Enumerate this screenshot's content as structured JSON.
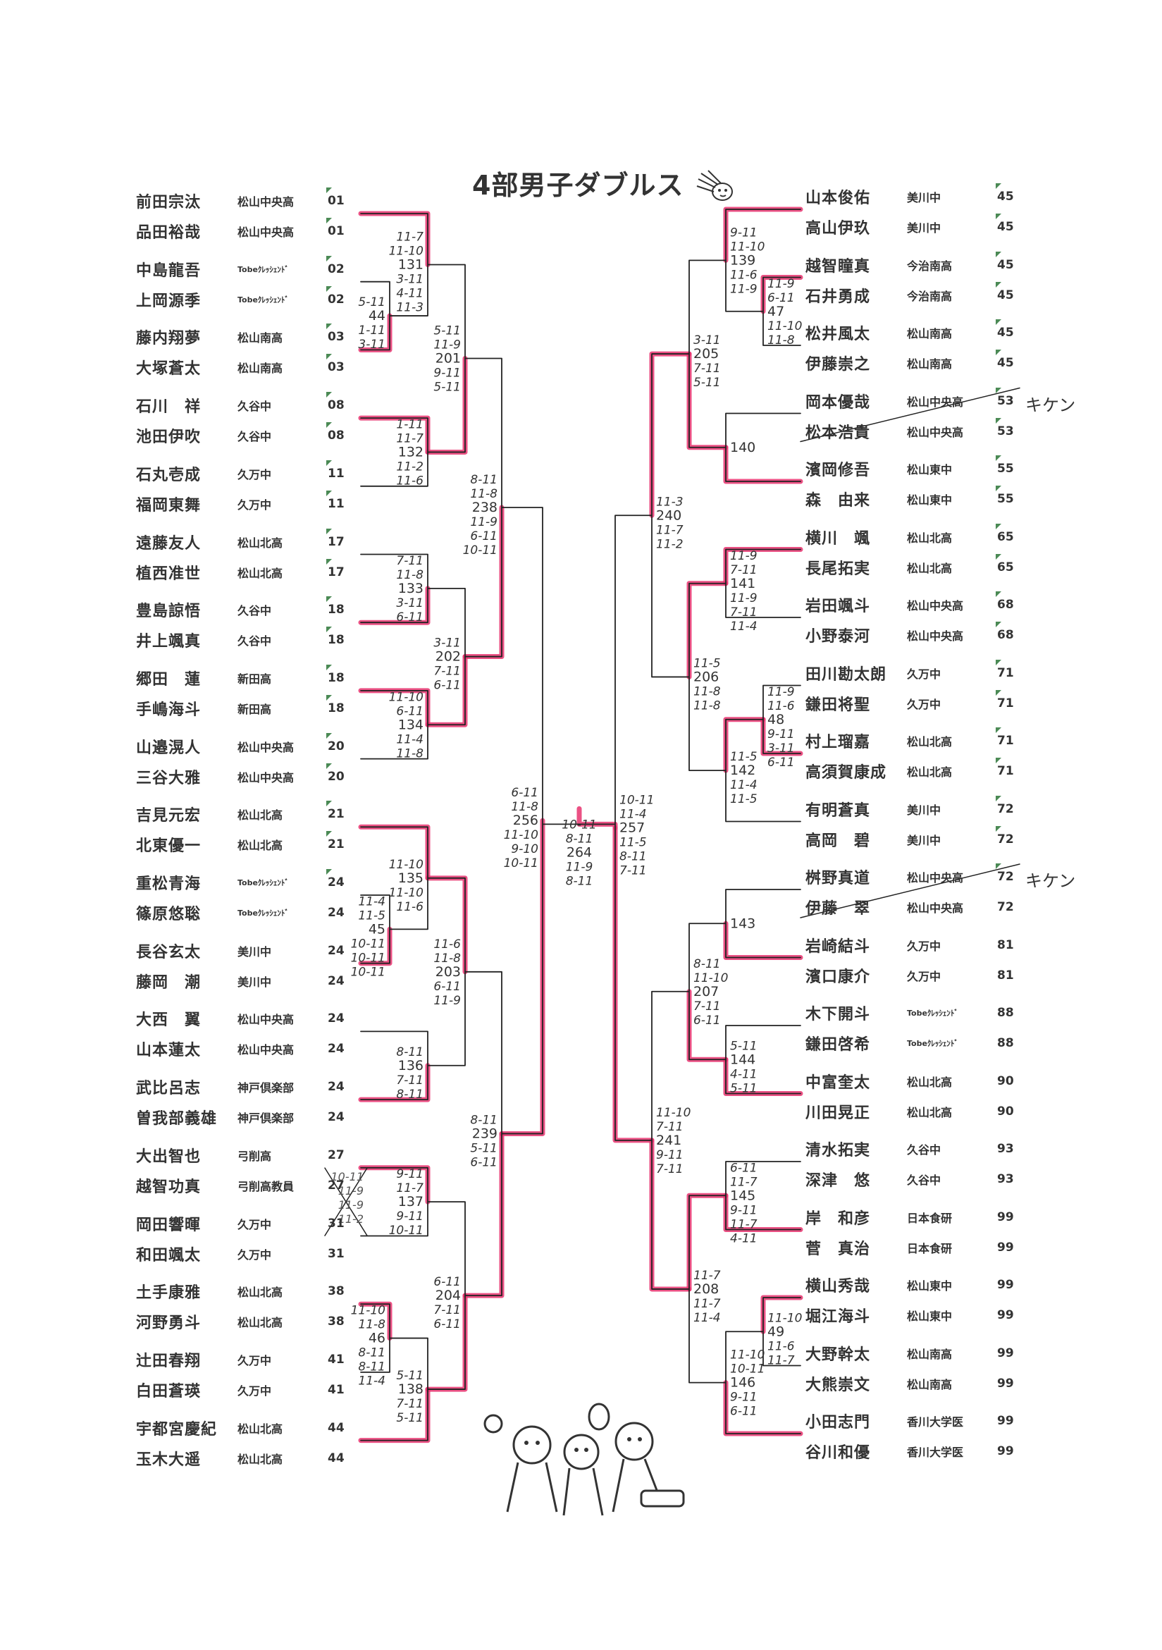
{
  "title": "4部男子ダブルス",
  "colors": {
    "winner_highlight": "#e8336e",
    "line": "#222222",
    "seed_mark": "#4b8a55"
  },
  "left": {
    "pairs": [
      {
        "players": [
          {
            "name": "前田宗汰",
            "school": "松山中央高",
            "seed": "01",
            "mark": true
          },
          {
            "name": "品田裕哉",
            "school": "松山中央高",
            "seed": "01",
            "mark": true
          }
        ]
      },
      {
        "players": [
          {
            "name": "中島龍吾",
            "school": "Tobeｸﾚｯｼｪﾝﾄﾞ",
            "seed": "02",
            "mark": true
          },
          {
            "name": "上岡源季",
            "school": "Tobeｸﾚｯｼｪﾝﾄﾞ",
            "seed": "02",
            "mark": true
          }
        ]
      },
      {
        "players": [
          {
            "name": "藤内翔夢",
            "school": "松山南高",
            "seed": "03",
            "mark": true
          },
          {
            "name": "大塚蒼太",
            "school": "松山南高",
            "seed": "03",
            "mark": true
          }
        ]
      },
      {
        "players": [
          {
            "name": "石川　祥",
            "school": "久谷中",
            "seed": "08",
            "mark": true
          },
          {
            "name": "池田伊吹",
            "school": "久谷中",
            "seed": "08",
            "mark": true
          }
        ]
      },
      {
        "players": [
          {
            "name": "石丸壱成",
            "school": "久万中",
            "seed": "11",
            "mark": true
          },
          {
            "name": "福岡東舞",
            "school": "久万中",
            "seed": "11",
            "mark": true
          }
        ]
      },
      {
        "players": [
          {
            "name": "遠藤友人",
            "school": "松山北高",
            "seed": "17",
            "mark": true
          },
          {
            "name": "植西准世",
            "school": "松山北高",
            "seed": "17",
            "mark": true
          }
        ]
      },
      {
        "players": [
          {
            "name": "豊島諒悟",
            "school": "久谷中",
            "seed": "18",
            "mark": true
          },
          {
            "name": "井上颯真",
            "school": "久谷中",
            "seed": "18",
            "mark": true
          }
        ]
      },
      {
        "players": [
          {
            "name": "郷田　蓮",
            "school": "新田高",
            "seed": "18",
            "mark": true
          },
          {
            "name": "手嶋海斗",
            "school": "新田高",
            "seed": "18",
            "mark": true
          }
        ]
      },
      {
        "players": [
          {
            "name": "山邉滉人",
            "school": "松山中央高",
            "seed": "20",
            "mark": true
          },
          {
            "name": "三谷大雅",
            "school": "松山中央高",
            "seed": "20",
            "mark": true
          }
        ]
      },
      {
        "players": [
          {
            "name": "吉見元宏",
            "school": "松山北高",
            "seed": "21",
            "mark": true
          },
          {
            "name": "北東優一",
            "school": "松山北高",
            "seed": "21",
            "mark": true
          }
        ]
      },
      {
        "players": [
          {
            "name": "重松青海",
            "school": "Tobeｸﾚｯｼｪﾝﾄﾞ",
            "seed": "24",
            "mark": true
          },
          {
            "name": "篠原悠聡",
            "school": "Tobeｸﾚｯｼｪﾝﾄﾞ",
            "seed": "24",
            "mark": false
          }
        ]
      },
      {
        "players": [
          {
            "name": "長谷玄太",
            "school": "美川中",
            "seed": "24",
            "mark": false
          },
          {
            "name": "藤岡　潮",
            "school": "美川中",
            "seed": "24",
            "mark": false
          }
        ]
      },
      {
        "players": [
          {
            "name": "大西　翼",
            "school": "松山中央高",
            "seed": "24",
            "mark": false
          },
          {
            "name": "山本蓮太",
            "school": "松山中央高",
            "seed": "24",
            "mark": false
          }
        ]
      },
      {
        "players": [
          {
            "name": "武比呂志",
            "school": "神戸倶楽部",
            "seed": "24",
            "mark": false
          },
          {
            "name": "曽我部義雄",
            "school": "神戸倶楽部",
            "seed": "24",
            "mark": false
          }
        ]
      },
      {
        "players": [
          {
            "name": "大出智也",
            "school": "弓削高",
            "seed": "27",
            "mark": false
          },
          {
            "name": "越智功真",
            "school": "弓削高教員",
            "seed": "27",
            "mark": false
          }
        ]
      },
      {
        "players": [
          {
            "name": "岡田響暉",
            "school": "久万中",
            "seed": "31",
            "mark": false
          },
          {
            "name": "和田颯太",
            "school": "久万中",
            "seed": "31",
            "mark": false
          }
        ]
      },
      {
        "players": [
          {
            "name": "土手康雅",
            "school": "松山北高",
            "seed": "38",
            "mark": false
          },
          {
            "name": "河野勇斗",
            "school": "松山北高",
            "seed": "38",
            "mark": false
          }
        ]
      },
      {
        "players": [
          {
            "name": "辻田春翔",
            "school": "久万中",
            "seed": "41",
            "mark": false
          },
          {
            "name": "白田蒼瑛",
            "school": "久万中",
            "seed": "41",
            "mark": false
          }
        ]
      },
      {
        "players": [
          {
            "name": "宇都宮慶紀",
            "school": "松山北高",
            "seed": "44",
            "mark": false
          },
          {
            "name": "玉木大遥",
            "school": "松山北高",
            "seed": "44",
            "mark": false
          }
        ]
      }
    ]
  },
  "right": {
    "pairs": [
      {
        "players": [
          {
            "name": "山本俊佑",
            "school": "美川中",
            "seed": "45",
            "mark": true
          },
          {
            "name": "高山伊玖",
            "school": "美川中",
            "seed": "45",
            "mark": true
          }
        ]
      },
      {
        "players": [
          {
            "name": "越智瞳真",
            "school": "今治南高",
            "seed": "45",
            "mark": true
          },
          {
            "name": "石井勇成",
            "school": "今治南高",
            "seed": "45",
            "mark": true
          }
        ]
      },
      {
        "players": [
          {
            "name": "松井風太",
            "school": "松山南高",
            "seed": "45",
            "mark": true
          },
          {
            "name": "伊藤崇之",
            "school": "松山南高",
            "seed": "45",
            "mark": true
          }
        ]
      },
      {
        "players": [
          {
            "name": "岡本優哉",
            "school": "松山中央高",
            "seed": "53",
            "mark": true
          },
          {
            "name": "松本浩貴",
            "school": "松山中央高",
            "seed": "53",
            "mark": true
          }
        ],
        "withdrawn": true
      },
      {
        "players": [
          {
            "name": "濱岡修吾",
            "school": "松山東中",
            "seed": "55",
            "mark": true
          },
          {
            "name": "森　由来",
            "school": "松山東中",
            "seed": "55",
            "mark": true
          }
        ]
      },
      {
        "players": [
          {
            "name": "横川　颯",
            "school": "松山北高",
            "seed": "65",
            "mark": true
          },
          {
            "name": "長尾拓実",
            "school": "松山北高",
            "seed": "65",
            "mark": true
          }
        ]
      },
      {
        "players": [
          {
            "name": "岩田颯斗",
            "school": "松山中央高",
            "seed": "68",
            "mark": true
          },
          {
            "name": "小野泰河",
            "school": "松山中央高",
            "seed": "68",
            "mark": true
          }
        ]
      },
      {
        "players": [
          {
            "name": "田川勘太朗",
            "school": "久万中",
            "seed": "71",
            "mark": true
          },
          {
            "name": "鎌田将聖",
            "school": "久万中",
            "seed": "71",
            "mark": true
          }
        ]
      },
      {
        "players": [
          {
            "name": "村上瑠嘉",
            "school": "松山北高",
            "seed": "71",
            "mark": true
          },
          {
            "name": "高須賀康成",
            "school": "松山北高",
            "seed": "71",
            "mark": true
          }
        ]
      },
      {
        "players": [
          {
            "name": "有明蒼真",
            "school": "美川中",
            "seed": "72",
            "mark": true
          },
          {
            "name": "高岡　碧",
            "school": "美川中",
            "seed": "72",
            "mark": true
          }
        ]
      },
      {
        "players": [
          {
            "name": "桝野真道",
            "school": "松山中央高",
            "seed": "72",
            "mark": true
          },
          {
            "name": "伊藤　翠",
            "school": "松山中央高",
            "seed": "72",
            "mark": false
          }
        ],
        "withdrawn": true
      },
      {
        "players": [
          {
            "name": "岩崎結斗",
            "school": "久万中",
            "seed": "81",
            "mark": false
          },
          {
            "name": "濱口康介",
            "school": "久万中",
            "seed": "81",
            "mark": false
          }
        ]
      },
      {
        "players": [
          {
            "name": "木下開斗",
            "school": "Tobeｸﾚｯｼｪﾝﾄﾞ",
            "seed": "88",
            "mark": false
          },
          {
            "name": "鎌田啓希",
            "school": "Tobeｸﾚｯｼｪﾝﾄﾞ",
            "seed": "88",
            "mark": false
          }
        ]
      },
      {
        "players": [
          {
            "name": "中富奎太",
            "school": "松山北高",
            "seed": "90",
            "mark": false
          },
          {
            "name": "川田晃正",
            "school": "松山北高",
            "seed": "90",
            "mark": false
          }
        ]
      },
      {
        "players": [
          {
            "name": "清水拓実",
            "school": "久谷中",
            "seed": "93",
            "mark": false
          },
          {
            "name": "深津　悠",
            "school": "久谷中",
            "seed": "93",
            "mark": false
          }
        ]
      },
      {
        "players": [
          {
            "name": "岸　和彦",
            "school": "日本食研",
            "seed": "99",
            "mark": false
          },
          {
            "name": "菅　真治",
            "school": "日本食研",
            "seed": "99",
            "mark": false
          }
        ]
      },
      {
        "players": [
          {
            "name": "横山秀哉",
            "school": "松山東中",
            "seed": "99",
            "mark": false
          },
          {
            "name": "堀江海斗",
            "school": "松山東中",
            "seed": "99",
            "mark": false
          }
        ]
      },
      {
        "players": [
          {
            "name": "大野幹太",
            "school": "松山南高",
            "seed": "99",
            "mark": false
          },
          {
            "name": "大熊崇文",
            "school": "松山南高",
            "seed": "99",
            "mark": false
          }
        ]
      },
      {
        "players": [
          {
            "name": "小田志門",
            "school": "香川大学医",
            "seed": "99",
            "mark": false
          },
          {
            "name": "谷川和優",
            "school": "香川大学医",
            "seed": "99",
            "mark": false
          }
        ]
      }
    ]
  },
  "withdrawal_note": "キケン",
  "matches": {
    "44": {
      "winner": "bottom",
      "scores": [
        "5-11",
        "1-11",
        "3-11"
      ]
    },
    "131": {
      "winner": "top",
      "scores": [
        "11-7",
        "11-10",
        "3-11",
        "4-11",
        "11-3"
      ]
    },
    "132": {
      "winner": "top",
      "scores": [
        "1-11",
        "11-7",
        "11-2",
        "11-6"
      ]
    },
    "201": {
      "winner": "bottom",
      "scores": [
        "5-11",
        "11-9",
        "9-11",
        "5-11"
      ]
    },
    "133": {
      "winner": "bottom",
      "scores": [
        "7-11",
        "11-8",
        "3-11",
        "6-11"
      ]
    },
    "134": {
      "winner": "top",
      "scores": [
        "11-10",
        "6-11",
        "11-4",
        "11-8"
      ]
    },
    "202": {
      "winner": "bottom",
      "scores": [
        "3-11",
        "7-11",
        "6-11"
      ]
    },
    "238": {
      "winner": "bottom",
      "scores": [
        "8-11",
        "11-8",
        "11-9",
        "6-11",
        "10-11"
      ]
    },
    "45": {
      "winner": "bottom",
      "scores": [
        "11-4",
        "11-5",
        "10-11",
        "10-11",
        "10-11"
      ]
    },
    "135": {
      "winner": "top",
      "scores": [
        "11-10",
        "11-10",
        "11-6"
      ]
    },
    "136": {
      "winner": "bottom",
      "scores": [
        "8-11",
        "7-11",
        "8-11"
      ]
    },
    "203": {
      "winner": "top",
      "scores": [
        "11-6",
        "11-8",
        "6-11",
        "11-9"
      ]
    },
    "137": {
      "winner": "top",
      "scores": [
        "9-11",
        "11-7",
        "9-11",
        "10-11"
      ],
      "crossed_scores": [
        "10-11",
        "11-9",
        "11-9",
        "11-2"
      ]
    },
    "46": {
      "winner": "top",
      "scores": [
        "11-10",
        "11-8",
        "8-11",
        "8-11",
        "11-4"
      ]
    },
    "138": {
      "winner": "bottom",
      "scores": [
        "5-11",
        "7-11",
        "5-11"
      ]
    },
    "204": {
      "winner": "bottom",
      "scores": [
        "6-11",
        "7-11",
        "6-11"
      ]
    },
    "239": {
      "winner": "bottom",
      "scores": [
        "8-11",
        "5-11",
        "6-11"
      ]
    },
    "256": {
      "winner": "bottom",
      "scores": [
        "6-11",
        "11-8",
        "11-10",
        "9-10",
        "10-11"
      ]
    },
    "47": {
      "winner": "top",
      "scores": [
        "11-9",
        "6-11",
        "11-10",
        "11-8"
      ]
    },
    "139": {
      "winner": "top",
      "scores": [
        "9-11",
        "11-10",
        "11-6",
        "11-9"
      ]
    },
    "140": {
      "winner": "bottom",
      "scores": []
    },
    "205": {
      "winner": "bottom",
      "scores": [
        "3-11",
        "7-11",
        "5-11"
      ]
    },
    "141": {
      "winner": "top",
      "scores": [
        "11-9",
        "7-11",
        "11-9",
        "7-11",
        "11-4"
      ]
    },
    "48": {
      "winner": "bottom",
      "scores": [
        "11-9",
        "11-6",
        "9-11",
        "3-11",
        "6-11"
      ]
    },
    "142": {
      "winner": "top",
      "scores": [
        "11-5",
        "11-4",
        "11-5"
      ]
    },
    "206": {
      "winner": "top",
      "scores": [
        "11-5",
        "11-8",
        "11-8"
      ]
    },
    "240": {
      "winner": "top",
      "scores": [
        "11-3",
        "11-7",
        "11-2"
      ]
    },
    "143": {
      "winner": "bottom",
      "scores": []
    },
    "144": {
      "winner": "bottom",
      "scores": [
        "5-11",
        "4-11",
        "5-11"
      ]
    },
    "207": {
      "winner": "bottom",
      "scores": [
        "8-11",
        "11-10",
        "7-11",
        "6-11"
      ]
    },
    "145": {
      "winner": "bottom",
      "scores": [
        "6-11",
        "11-7",
        "9-11",
        "11-7",
        "4-11"
      ]
    },
    "49": {
      "winner": "top",
      "scores": [
        "11-10",
        "11-6",
        "11-7"
      ]
    },
    "146": {
      "winner": "bottom",
      "scores": [
        "11-10",
        "10-11",
        "9-11",
        "6-11"
      ]
    },
    "208": {
      "winner": "top",
      "scores": [
        "11-7",
        "11-7",
        "11-4"
      ]
    },
    "241": {
      "winner": "bottom",
      "scores": [
        "11-10",
        "7-11",
        "9-11",
        "7-11"
      ]
    },
    "257": {
      "winner": "bottom",
      "scores": [
        "10-11",
        "11-4",
        "11-5",
        "8-11",
        "7-11"
      ]
    },
    "264": {
      "winner": "right",
      "scores": [
        "10-11",
        "8-11",
        "11-9",
        "8-11"
      ]
    }
  }
}
